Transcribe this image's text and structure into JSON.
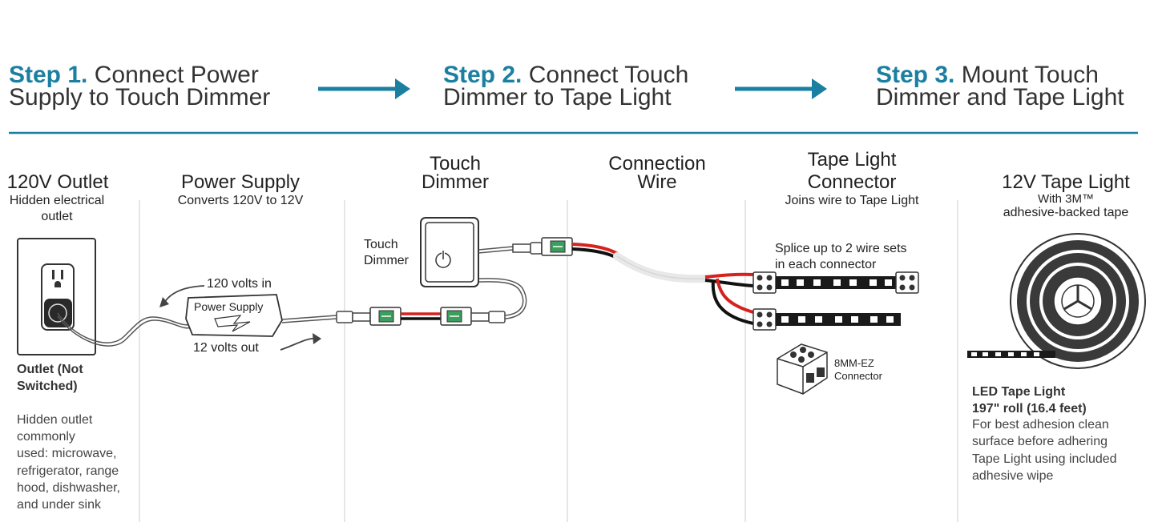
{
  "steps": [
    {
      "num": "Step 1.",
      "line1": "Connect Power",
      "line2": "Supply to Touch Dimmer"
    },
    {
      "num": "Step 2.",
      "line1": "Connect Touch",
      "line2": "Dimmer to Tape Light"
    },
    {
      "num": "Step 3.",
      "line1": "Mount Touch",
      "line2": "Dimmer and Tape Light"
    }
  ],
  "accent_color": "#1a7fa0",
  "columns": {
    "outlet": {
      "title": "120V Outlet",
      "sub1": "Hidden electrical",
      "sub2": "outlet",
      "note_title1": "Outlet (Not",
      "note_title2": "Switched)",
      "desc": [
        "Hidden outlet",
        "commonly",
        "used: microwave,",
        "refrigerator, range",
        "hood, dishwasher,",
        "and under sink"
      ]
    },
    "power_supply": {
      "title": "Power Supply",
      "sub": "Converts 120V to 12V",
      "in_label": "120 volts in",
      "box_label": "Power Supply",
      "out_label": "12 volts out"
    },
    "dimmer": {
      "title1": "Touch",
      "title2": "Dimmer",
      "label1": "Touch",
      "label2": "Dimmer"
    },
    "wire": {
      "title1": "Connection",
      "title2": "Wire"
    },
    "connector": {
      "title1": "Tape Light",
      "title2": "Connector",
      "sub": "Joins wire to Tape Light",
      "splice1": "Splice up to 2 wire sets",
      "splice2": "in each connector",
      "part1": "8MM-EZ",
      "part2": "Connector"
    },
    "tape": {
      "title": "12V Tape Light",
      "sub1": "With 3M™",
      "sub2": "adhesive-backed tape",
      "spec1": "LED Tape Light",
      "spec2": "197\" roll (16.4 feet)",
      "desc": [
        "For best adhesion clean",
        "surface before adhering",
        "Tape Light using included",
        "adhesive wipe"
      ]
    }
  }
}
